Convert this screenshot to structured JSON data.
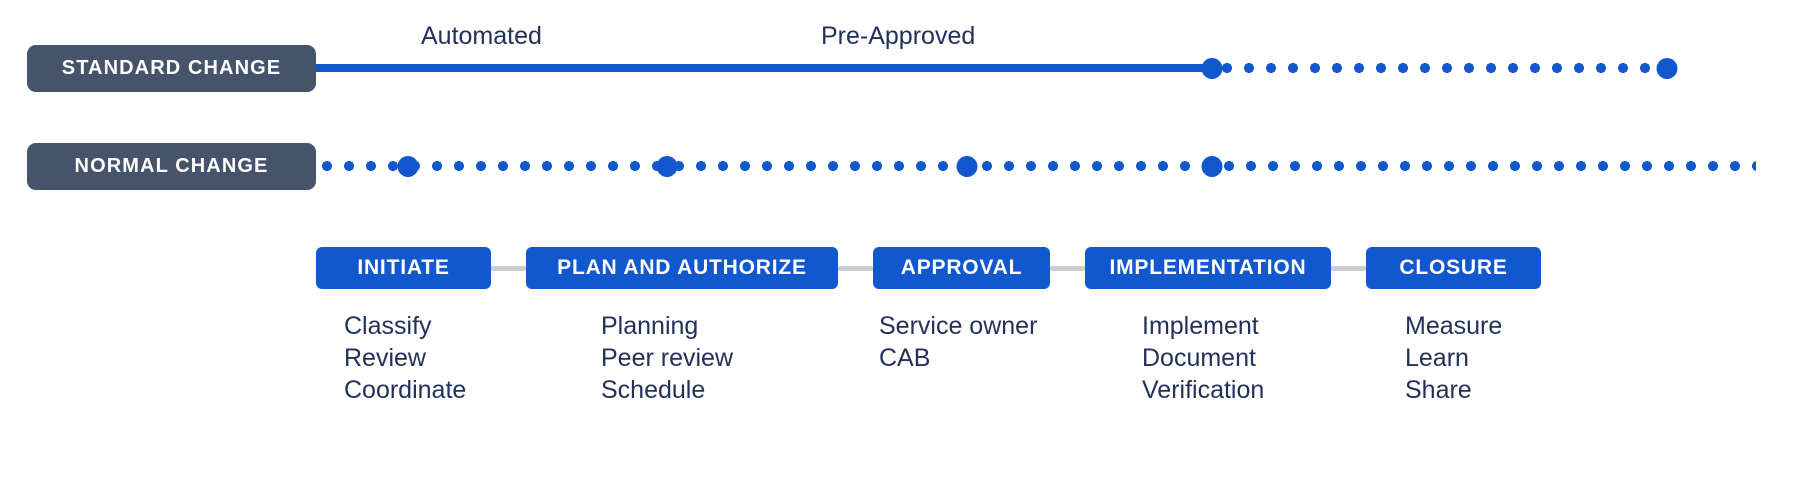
{
  "tracks": [
    {
      "name": "standard-change",
      "label": "STANDARD CHANGE",
      "line_style": "solid-then-dotted"
    },
    {
      "name": "normal-change",
      "label": "NORMAL CHANGE",
      "line_style": "dotted"
    }
  ],
  "lane_labels": {
    "automated": "Automated",
    "pre_approved": "Pre-Approved"
  },
  "stages": [
    {
      "label": "INITIATE",
      "items": [
        "Classify",
        "Review",
        "Coordinate"
      ]
    },
    {
      "label": "PLAN AND AUTHORIZE",
      "items": [
        "Planning",
        "Peer review",
        "Schedule"
      ]
    },
    {
      "label": "APPROVAL",
      "items": [
        "Service owner",
        "CAB"
      ]
    },
    {
      "label": "IMPLEMENTATION",
      "items": [
        "Implement",
        "Document",
        "Verification"
      ]
    },
    {
      "label": "CLOSURE",
      "items": [
        "Measure",
        "Learn",
        "Share"
      ]
    }
  ],
  "colors": {
    "badge_background": "#45536B",
    "accent_blue": "#1157CD",
    "text_navy": "#22315B",
    "connector_gray": "#C9CDD4",
    "background": "#FFFFFF"
  }
}
